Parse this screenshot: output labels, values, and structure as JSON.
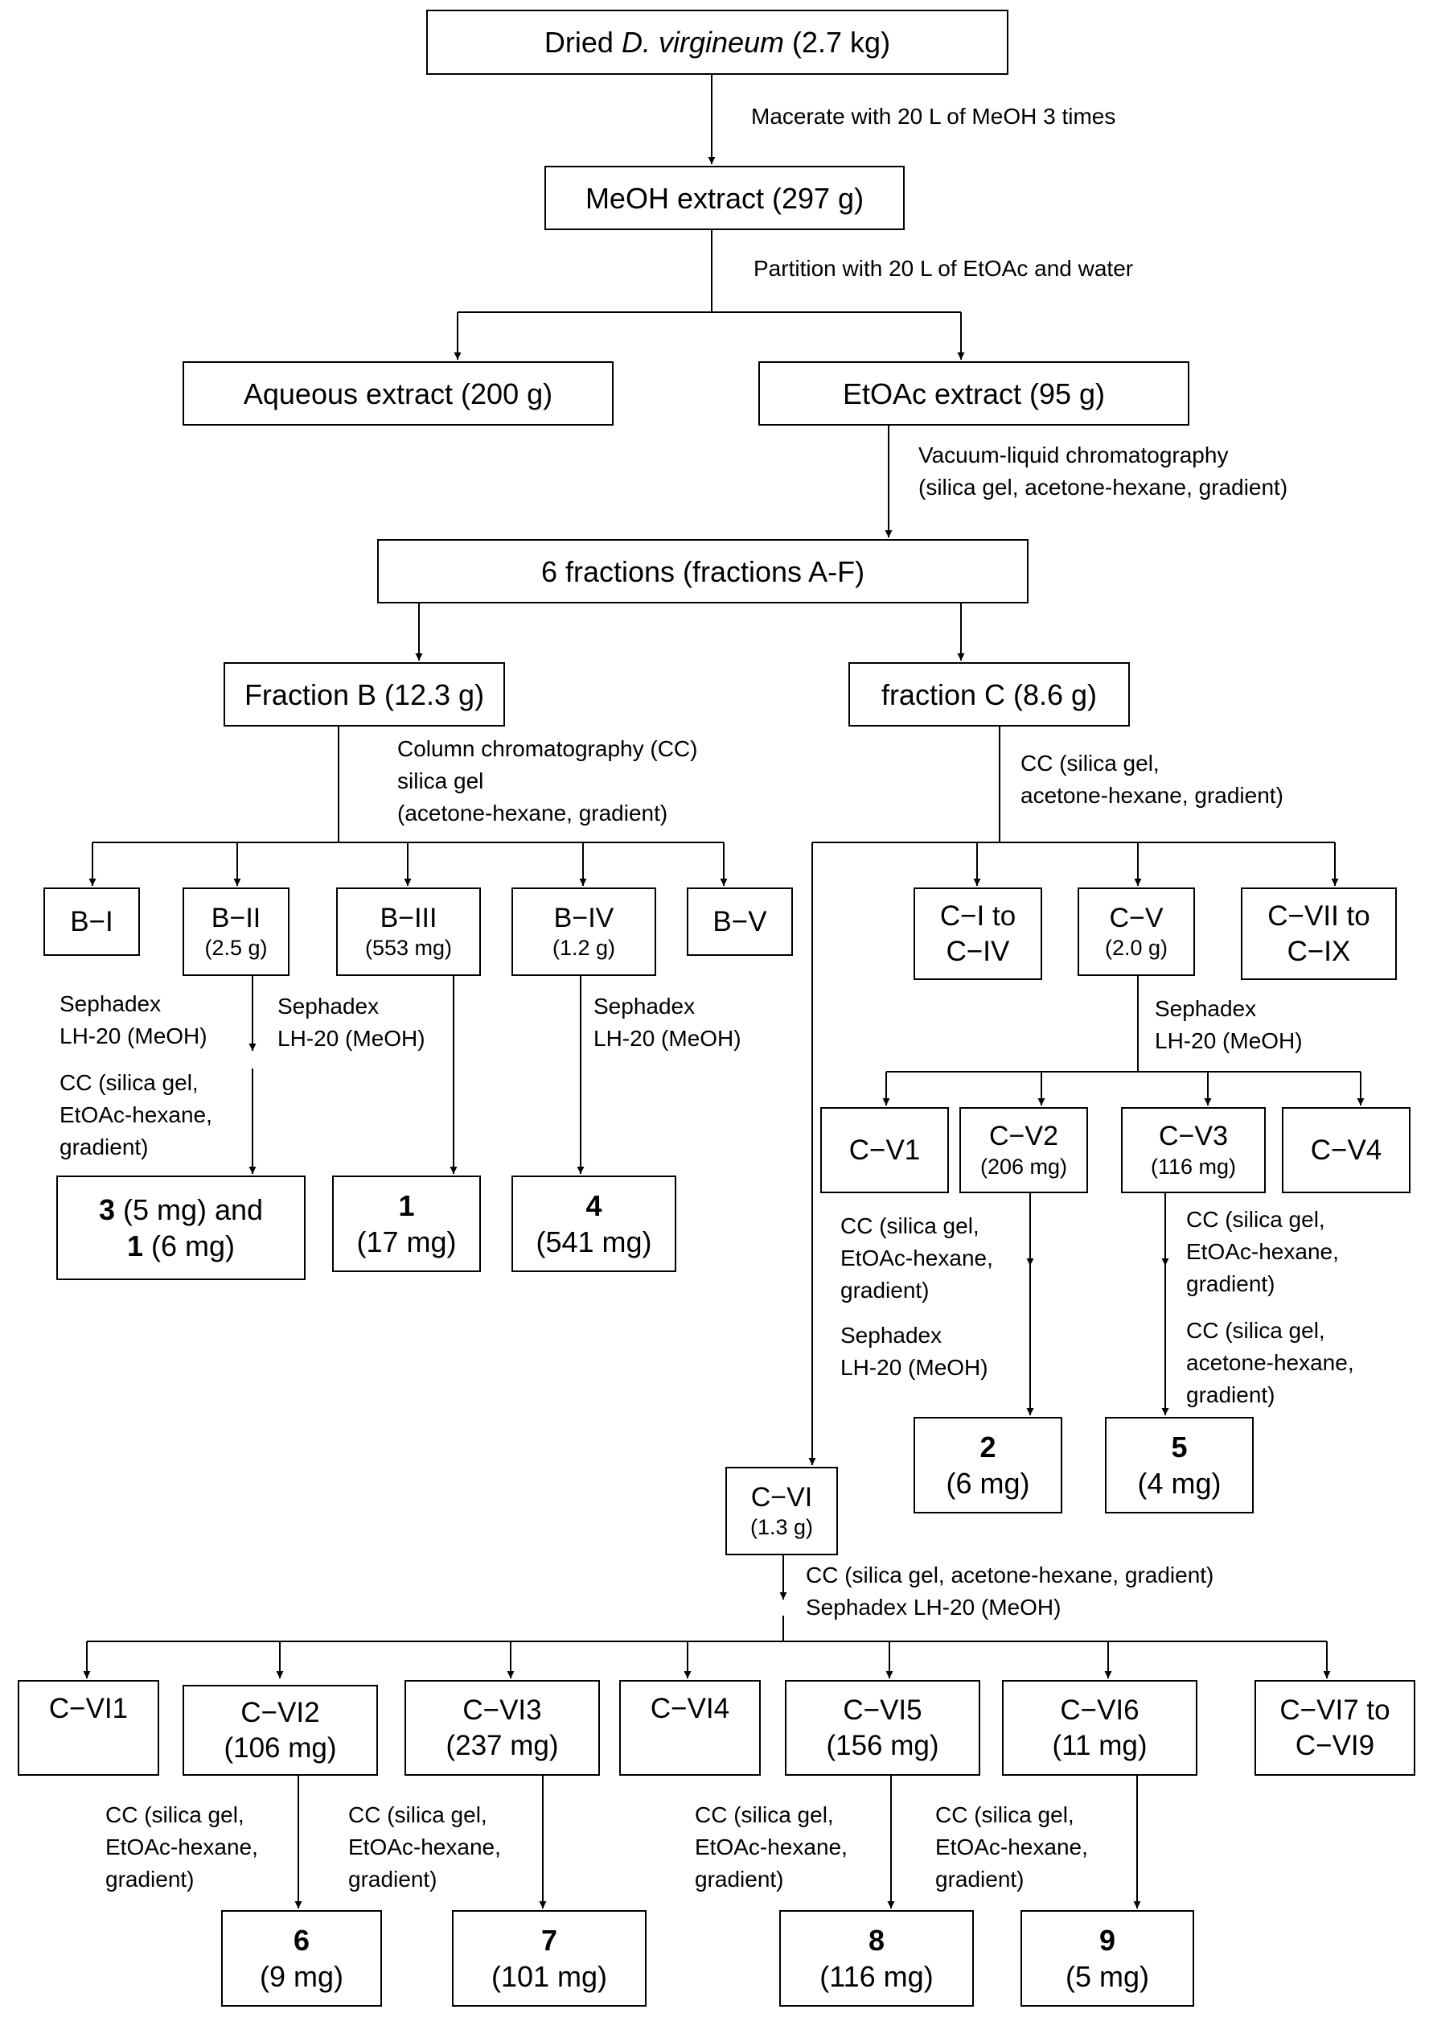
{
  "boxes": {
    "dried": {
      "prefix": "Dried ",
      "species": "D. virgineum",
      "suffix": " (2.7 kg)"
    },
    "meoh": "MeOH extract (297 g)",
    "aqueous": "Aqueous extract (200 g)",
    "etoac": "EtOAc extract (95 g)",
    "fractions": "6 fractions (fractions A-F)",
    "fracB": "Fraction B (12.3 g)",
    "fracC": "fraction C (8.6 g)",
    "BI": {
      "name": "B−I"
    },
    "BII": {
      "name": "B−II",
      "qty": "(2.5 g)"
    },
    "BIII": {
      "name": "B−III",
      "qty": "(553 mg)"
    },
    "BIV": {
      "name": "B−IV",
      "qty": "(1.2 g)"
    },
    "BV": {
      "name": "B−V"
    },
    "CI_IV": {
      "line1": "C−I to",
      "line2": "C−IV"
    },
    "CV": {
      "name": "C−V",
      "qty": "(2.0 g)"
    },
    "CVII_IX": {
      "line1": "C−VII to",
      "line2": "C−IX"
    },
    "CV1": {
      "name": "C−V1"
    },
    "CV2": {
      "name": "C−V2",
      "qty": "(206 mg)"
    },
    "CV3": {
      "name": "C−V3",
      "qty": "(116 mg)"
    },
    "CV4": {
      "name": "C−V4"
    },
    "CVI": {
      "name": "C−VI",
      "qty": "(1.3 g)"
    },
    "CVI1": {
      "name": "C−VI1"
    },
    "CVI2": {
      "name": "C−VI2",
      "qty": "(106 mg)"
    },
    "CVI3": {
      "name": "C−VI3",
      "qty": "(237 mg)"
    },
    "CVI4": {
      "name": "C−VI4"
    },
    "CVI5": {
      "name": "C−VI5",
      "qty": "(156 mg)"
    },
    "CVI6": {
      "name": "C−VI6",
      "qty": "(11 mg)"
    },
    "CVI7_9": {
      "line1": "C−VI7 to",
      "line2": "C−VI9"
    }
  },
  "products": {
    "p3_1": {
      "n1": "3",
      "t1": " (5 mg) and",
      "n2": "1",
      "t2": " (6 mg)"
    },
    "p1": {
      "num": "1",
      "qty": "(17 mg)"
    },
    "p4": {
      "num": "4",
      "qty": "(541 mg)"
    },
    "p2": {
      "num": "2",
      "qty": "(6 mg)"
    },
    "p5": {
      "num": "5",
      "qty": "(4 mg)"
    },
    "p6": {
      "num": "6",
      "qty": "(9 mg)"
    },
    "p7": {
      "num": "7",
      "qty": "(101 mg)"
    },
    "p8": {
      "num": "8",
      "qty": "(116 mg)"
    },
    "p9": {
      "num": "9",
      "qty": "(5 mg)"
    }
  },
  "labels": {
    "macerate": [
      "Macerate with 20 L of MeOH 3 times"
    ],
    "partition": [
      "Partition with 20 L of EtOAc and water"
    ],
    "vlc": [
      "Vacuum-liquid chromatography",
      "(silica gel, acetone-hexane, gradient)"
    ],
    "ccB": [
      "Column chromatography (CC)",
      "silica gel",
      "(acetone-hexane, gradient)"
    ],
    "ccC": [
      "CC (silica gel,",
      "acetone-hexane, gradient)"
    ],
    "sephBII": [
      "Sephadex",
      "LH-20 (MeOH)"
    ],
    "ccBII": [
      "CC (silica gel,",
      "EtOAc-hexane,",
      "gradient)"
    ],
    "sephBIII": [
      "Sephadex",
      "LH-20 (MeOH)"
    ],
    "sephBIV": [
      "Sephadex",
      "LH-20 (MeOH)"
    ],
    "sephCV": [
      "Sephadex",
      "LH-20 (MeOH)"
    ],
    "ccCV2": [
      "CC (silica gel,",
      "EtOAc-hexane,",
      "gradient)"
    ],
    "sephCV2": [
      "Sephadex",
      "LH-20 (MeOH)"
    ],
    "ccCV3a": [
      "CC (silica gel,",
      "EtOAc-hexane,",
      "gradient)"
    ],
    "ccCV3b": [
      "CC (silica gel,",
      "acetone-hexane,",
      "gradient)"
    ],
    "ccCVI": [
      "CC (silica gel, acetone-hexane, gradient)",
      "Sephadex LH-20 (MeOH)"
    ],
    "ccCVI2": [
      "CC (silica gel,",
      "EtOAc-hexane,",
      "gradient)"
    ],
    "ccCVI3": [
      "CC (silica gel,",
      "EtOAc-hexane,",
      "gradient)"
    ],
    "ccCVI5": [
      "CC (silica gel,",
      "EtOAc-hexane,",
      "gradient)"
    ],
    "ccCVI6": [
      "CC (silica gel,",
      "EtOAc-hexane,",
      "gradient)"
    ]
  }
}
